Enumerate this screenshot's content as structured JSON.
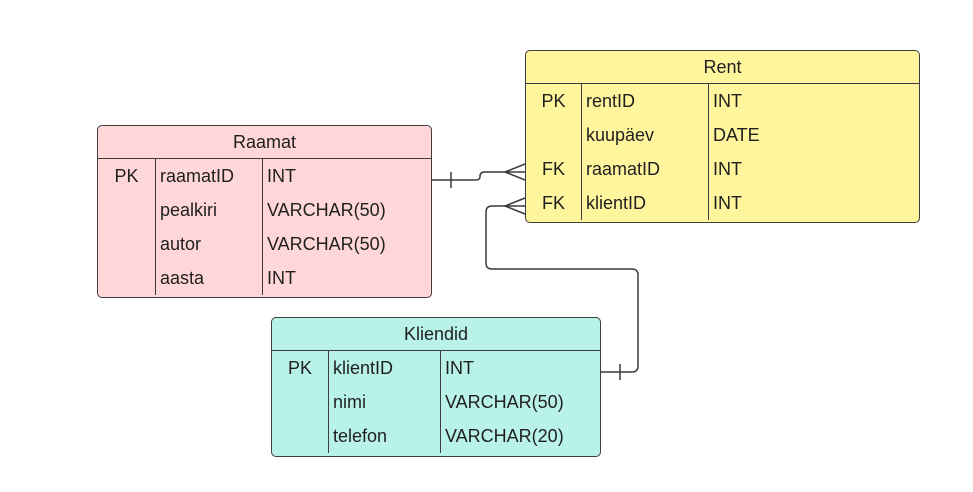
{
  "entities": {
    "raamat": {
      "title": "Raamat",
      "rows": [
        {
          "key": "PK",
          "name": "raamatID",
          "type": "INT"
        },
        {
          "key": "",
          "name": "pealkiri",
          "type": "VARCHAR(50)"
        },
        {
          "key": "",
          "name": "autor",
          "type": "VARCHAR(50)"
        },
        {
          "key": "",
          "name": "aasta",
          "type": "INT"
        }
      ]
    },
    "rent": {
      "title": "Rent",
      "rows": [
        {
          "key": "PK",
          "name": "rentID",
          "type": "INT"
        },
        {
          "key": "",
          "name": "kuupäev",
          "type": "DATE"
        },
        {
          "key": "FK",
          "name": "raamatID",
          "type": "INT"
        },
        {
          "key": "FK",
          "name": "klientID",
          "type": "INT"
        }
      ]
    },
    "kliendid": {
      "title": "Kliendid",
      "rows": [
        {
          "key": "PK",
          "name": "klientID",
          "type": "INT"
        },
        {
          "key": "",
          "name": "nimi",
          "type": "VARCHAR(50)"
        },
        {
          "key": "",
          "name": "telefon",
          "type": "VARCHAR(20)"
        }
      ]
    }
  },
  "relationships": [
    {
      "from": "Raamat.raamatID",
      "to": "Rent.raamatID",
      "cardinality": "one-to-many"
    },
    {
      "from": "Kliendid.klientID",
      "to": "Rent.klientID",
      "cardinality": "one-to-many"
    }
  ]
}
